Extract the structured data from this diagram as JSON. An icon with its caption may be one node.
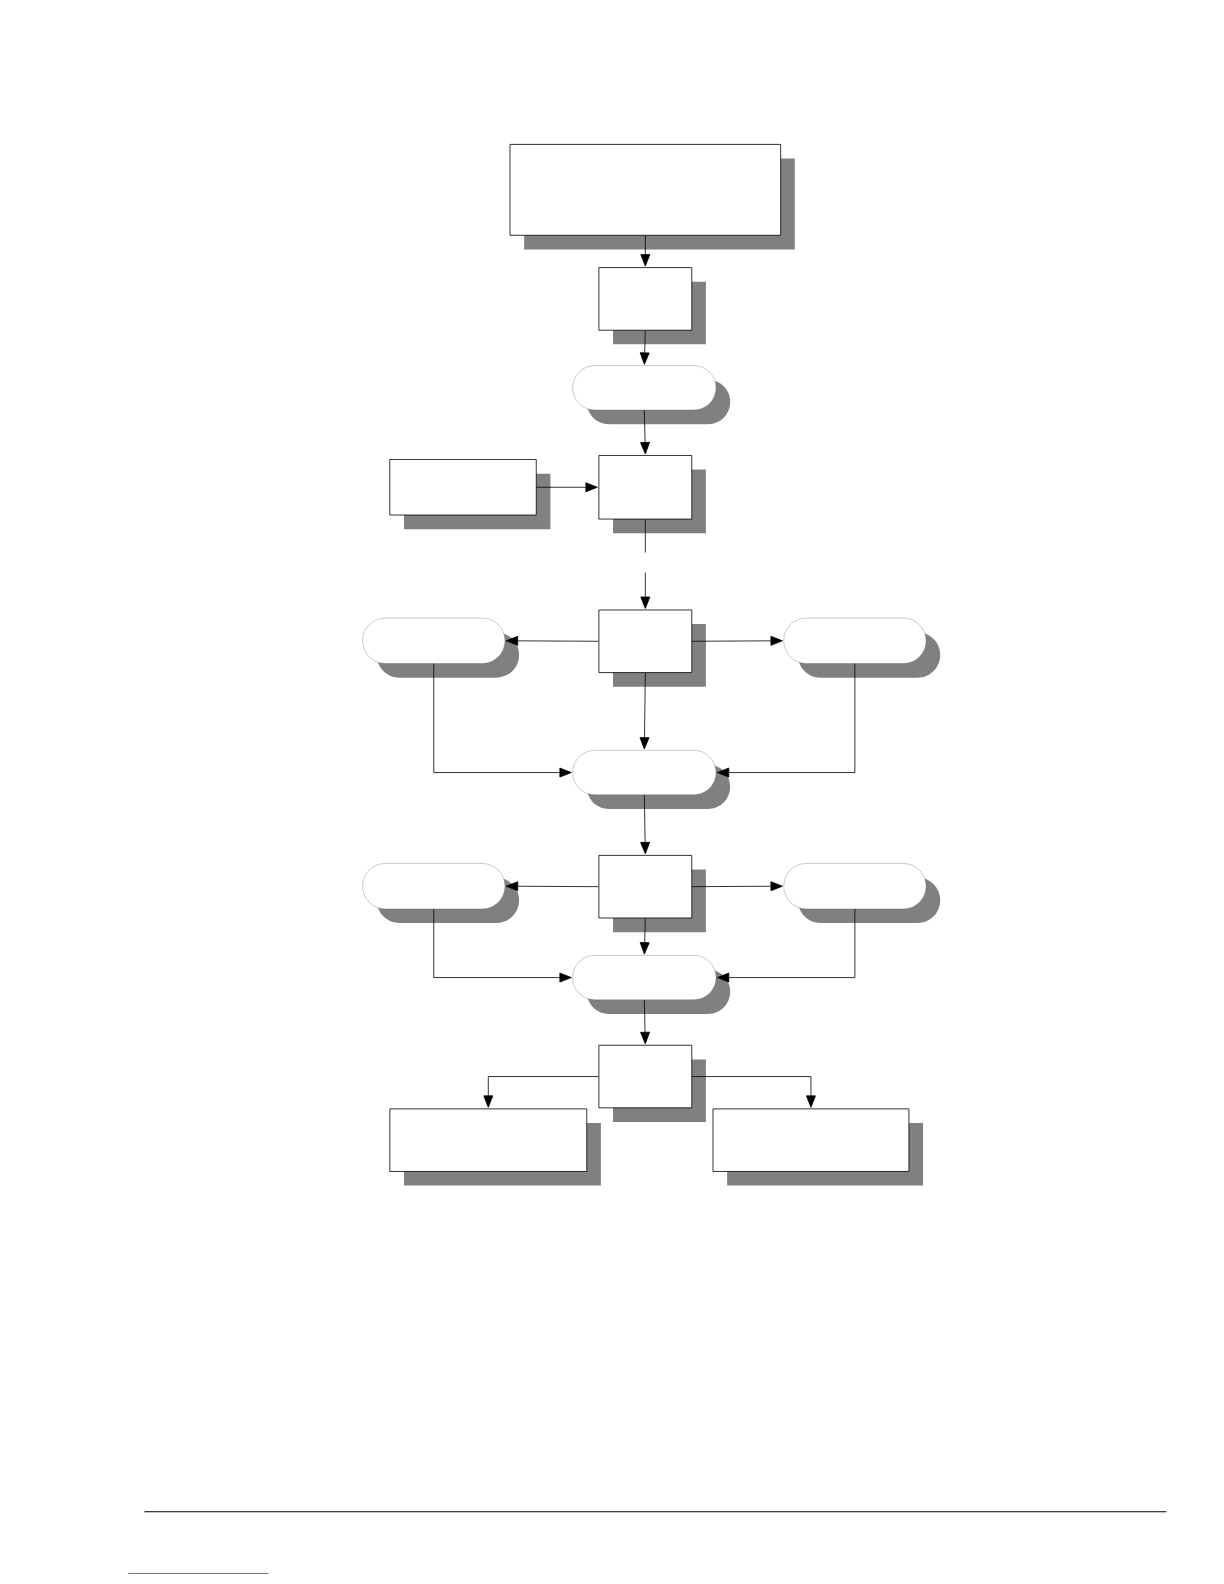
{
  "diagram": {
    "nodes": [
      {
        "text": [],
        "shape": "box"
      },
      {
        "text": [],
        "shape": "box"
      },
      {
        "text": [],
        "shape": "pill"
      },
      {
        "text": [],
        "shape": "box"
      },
      {
        "text": [],
        "shape": "box"
      },
      {
        "text": [],
        "shape": "box"
      },
      {
        "text": [],
        "shape": "pill"
      },
      {
        "text": [],
        "shape": "pill"
      },
      {
        "text": [],
        "shape": "pill"
      },
      {
        "text": [],
        "shape": "box"
      },
      {
        "text": [],
        "shape": "pill"
      },
      {
        "text": [],
        "shape": "pill"
      },
      {
        "text": [],
        "shape": "pill"
      },
      {
        "text": [],
        "shape": "box"
      },
      {
        "text": [],
        "shape": "box"
      },
      {
        "text": [],
        "shape": "box"
      }
    ],
    "edges": [
      {
        "from": 0,
        "to": 1,
        "arrow": "to"
      },
      {
        "from": 1,
        "to": 2,
        "arrow": "to"
      },
      {
        "from": 2,
        "to": 4,
        "arrow": "to"
      },
      {
        "from": 3,
        "to": 4,
        "arrow": "to"
      },
      {
        "from": 4,
        "to": 5,
        "arrow": "to",
        "style": "dashed"
      },
      {
        "from": 5,
        "to": 6,
        "arrow": "to"
      },
      {
        "from": 5,
        "to": 7,
        "arrow": "to"
      },
      {
        "from": 5,
        "to": 8,
        "arrow": "to"
      },
      {
        "from": 6,
        "to": 8,
        "arrow": "to"
      },
      {
        "from": 7,
        "to": 8,
        "arrow": "to"
      },
      {
        "from": 8,
        "to": 9,
        "arrow": "to"
      },
      {
        "from": 9,
        "to": 10,
        "arrow": "to"
      },
      {
        "from": 9,
        "to": 11,
        "arrow": "to"
      },
      {
        "from": 9,
        "to": 12,
        "arrow": "to"
      },
      {
        "from": 10,
        "to": 12,
        "arrow": "to"
      },
      {
        "from": 11,
        "to": 12,
        "arrow": "to"
      },
      {
        "from": 12,
        "to": 13,
        "arrow": "to"
      },
      {
        "from": 13,
        "to": 14,
        "arrow": "to"
      },
      {
        "from": 13,
        "to": 15,
        "arrow": "to"
      }
    ]
  }
}
